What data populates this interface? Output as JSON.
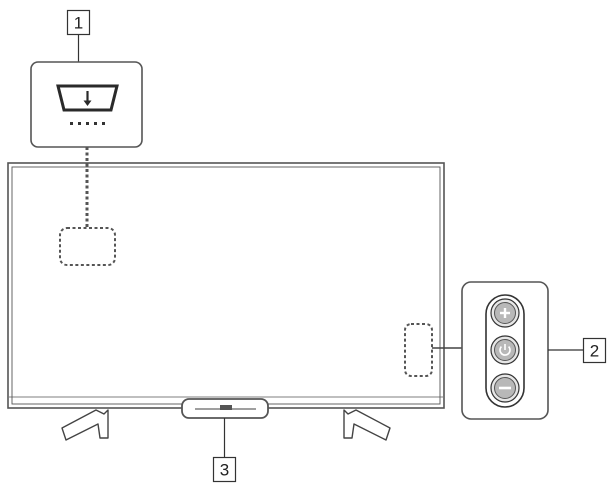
{
  "callouts": [
    {
      "label": "1",
      "target": "downward-arrow-indicator"
    },
    {
      "label": "2",
      "target": "side-control-buttons"
    },
    {
      "label": "3",
      "target": "front-bottom-sensor-bar"
    }
  ],
  "icons": {
    "indicator": "down-arrow-icon",
    "volume_up": "plus-icon",
    "power": "power-icon",
    "volume_down": "minus-icon"
  },
  "colors": {
    "line": "#555555",
    "button_fill": "#b8b8b8",
    "button_ring": "#e6e6e6",
    "background": "#ffffff"
  }
}
